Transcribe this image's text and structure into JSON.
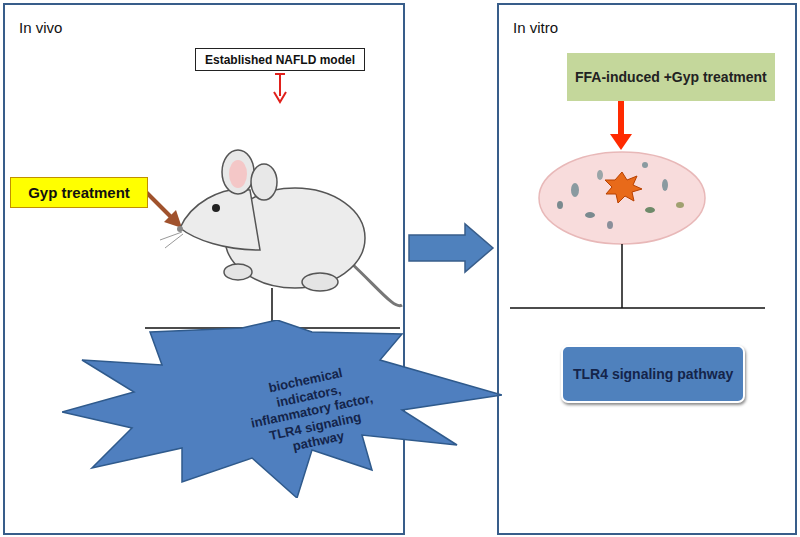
{
  "diagram": {
    "nodes": [
      {
        "text": [
          "In vivo"
        ]
      },
      {
        "text": [
          "Established NAFLD model"
        ],
        "in": 0
      },
      {
        "text": [
          "Gyp treatment"
        ],
        "in": 0
      },
      {
        "text": [
          "biochemical indicators, inflammatory factor, TLR4 signaling pathway"
        ],
        "in": 0
      },
      {
        "text": [
          "In vitro"
        ]
      },
      {
        "text": [
          "FFA-induced +Gyp treatment"
        ],
        "in": 4
      },
      {
        "text": [
          "TLR4 signaling pathway"
        ],
        "in": 4
      }
    ],
    "edges": [
      {
        "from": 0,
        "to": 4,
        "arrow": "to"
      }
    ]
  }
}
